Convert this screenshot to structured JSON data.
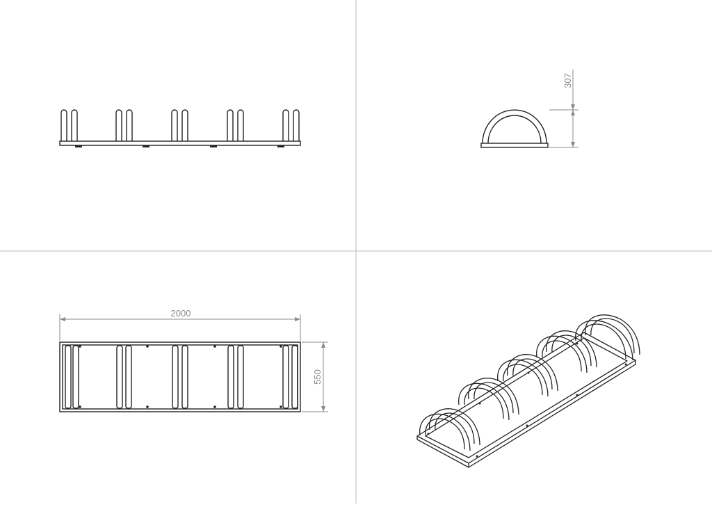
{
  "drawing": {
    "views": [
      "front-view",
      "side-view",
      "top-view",
      "isometric-view"
    ],
    "dimensions": {
      "overall_length": "2000",
      "overall_width": "550",
      "overall_height": "307"
    },
    "colors": {
      "line": "#222222",
      "dimension": "#8a8a8a",
      "divider": "#bdbdbd",
      "background": "#ffffff"
    }
  }
}
